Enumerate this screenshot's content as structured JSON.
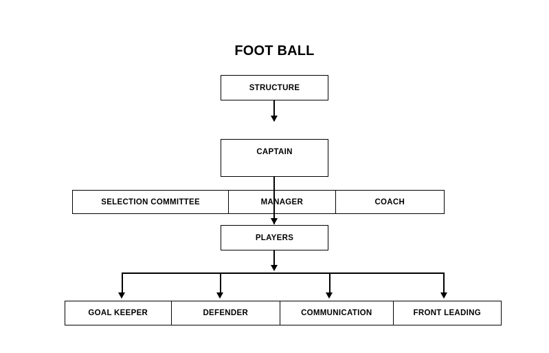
{
  "title": "FOOT BALL",
  "nodes": {
    "structure": "STRUCTURE",
    "captain": "CAPTAIN",
    "players": "PLAYERS"
  },
  "staff_row": {
    "cells": [
      "SELECTION COMMITTEE",
      "MANAGER",
      "COACH"
    ]
  },
  "roles_row": {
    "cells": [
      "GOAL KEEPER",
      "DEFENDER",
      "COMMUNICATION",
      "FRONT LEADING"
    ]
  },
  "colors": {
    "stroke": "#000000",
    "background": "#ffffff",
    "text": "#000000"
  }
}
